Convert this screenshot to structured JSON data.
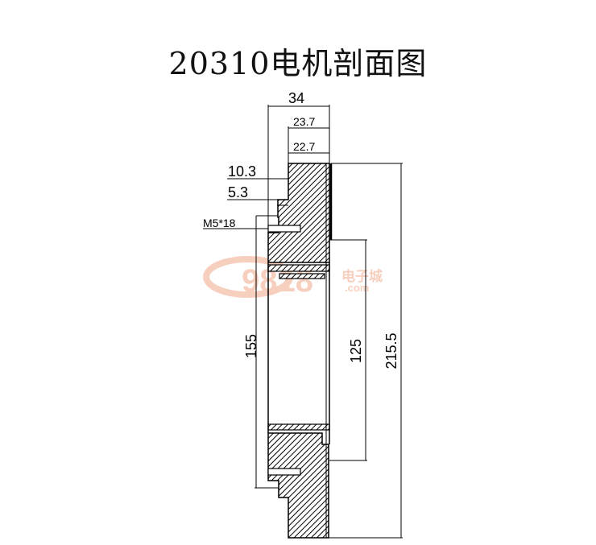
{
  "title": "20310电机剖面图",
  "dimensions": {
    "width_34": "34",
    "width_23_7": "23.7",
    "width_22_7": "22.7",
    "step_10_3": "10.3",
    "step_5_3": "5.3",
    "screw": "M5*18",
    "height_155": "155",
    "height_125": "125",
    "height_215_5": "215.5"
  },
  "watermark": {
    "brand": "9818",
    "cn": "电子城",
    "domain": ".com"
  },
  "colors": {
    "line": "#000000",
    "hatch": "#000000",
    "watermark": "#f2a98a"
  }
}
